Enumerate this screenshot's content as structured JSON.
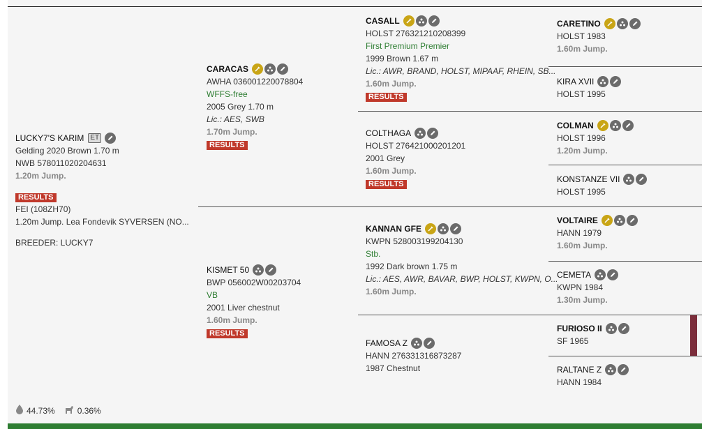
{
  "subject": {
    "name": "LUCKY7'S KARIM",
    "badge": "ET",
    "line1": "Gelding 2020 Brown 1.70 m",
    "line2": "NWB 578011020204631",
    "jump": "1.20m Jump.",
    "results": "RESULTS",
    "fei": "FEI (108ZH70)",
    "fei_detail": "1.20m Jump. Lea Fondevik SYVERSEN (NO...",
    "breeder": "BREEDER: LUCKY7"
  },
  "sire": {
    "name": "CARACAS",
    "reg": "AWHA 036001220078804",
    "note": "WFFS-free",
    "desc": "2005 Grey 1.70 m",
    "lic": "Lic.: AES, SWB",
    "jump": "1.70m Jump.",
    "results": "RESULTS"
  },
  "dam": {
    "name": "KISMET 50",
    "reg": "BWP 056002W00203704",
    "note": "VB",
    "desc": "2001 Liver chestnut",
    "jump": "1.60m Jump.",
    "results": "RESULTS"
  },
  "gp": [
    {
      "name": "CASALL",
      "reg": "HOLST 276321210208399",
      "note": "First Premium Premier",
      "desc": "1999 Brown 1.67 m",
      "lic": "Lic.: AWR, BRAND, HOLST, MIPAAF, RHEIN, SB...",
      "jump": "1.60m Jump.",
      "results": "RESULTS"
    },
    {
      "name": "COLTHAGA",
      "reg": "HOLST 276421000201201",
      "desc": "2001 Grey",
      "jump": "1.60m Jump.",
      "results": "RESULTS"
    },
    {
      "name": "KANNAN GFE",
      "reg": "KWPN 528003199204130",
      "note": "Stb.",
      "desc": "1992 Dark brown 1.75 m",
      "lic": "Lic.: AES, AWR, BAVAR, BWP, HOLST, KWPN, O...",
      "jump": "1.60m Jump."
    },
    {
      "name": "FAMOSA Z",
      "reg": "HANN 276331316873287",
      "desc": "1987 Chestnut"
    }
  ],
  "ggp": [
    {
      "name": "CARETINO",
      "reg": "HOLST 1983",
      "jump": "1.60m Jump."
    },
    {
      "name": "KIRA XVII",
      "reg": "HOLST 1995"
    },
    {
      "name": "COLMAN",
      "reg": "HOLST 1996",
      "jump": "1.20m Jump."
    },
    {
      "name": "KONSTANZE VII",
      "reg": "HOLST 1995"
    },
    {
      "name": "VOLTAIRE",
      "reg": "HANN 1979",
      "jump": "1.60m Jump."
    },
    {
      "name": "CEMETA",
      "reg": "KWPN 1984",
      "jump": "1.30m Jump."
    },
    {
      "name": "FURIOSO II",
      "reg": "SF 1965"
    },
    {
      "name": "RALTANE Z",
      "reg": "HANN 1984"
    }
  ],
  "stats": {
    "blood": "44.73%",
    "inbreeding": "0.36%"
  },
  "icons": {
    "gold": "#c9a516",
    "grey": "#6b6b6b",
    "results_bg": "#c0392b",
    "footer": "#2e7d32",
    "marker": "#7b2d3b"
  }
}
